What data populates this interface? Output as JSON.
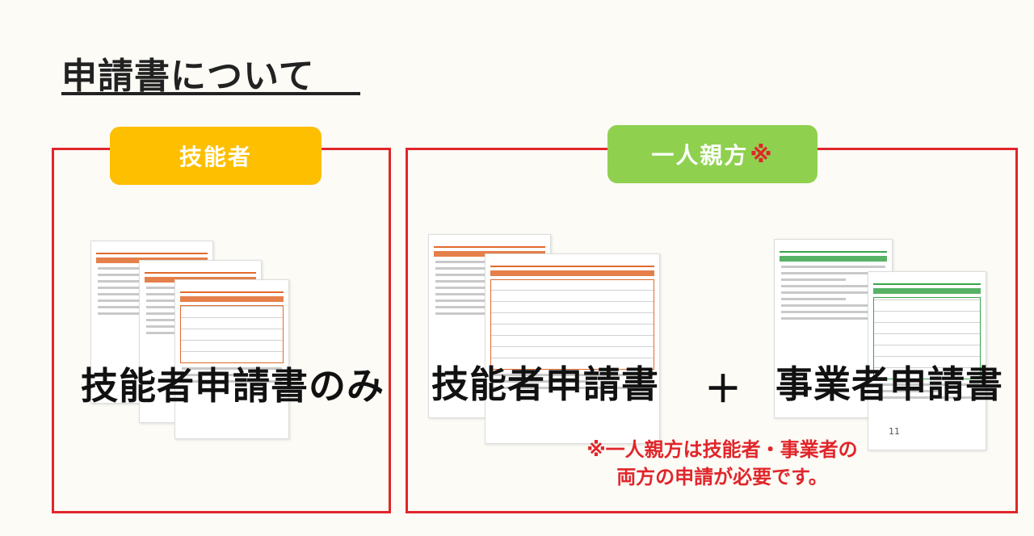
{
  "title": "申請書について",
  "tags": {
    "left": "技能者",
    "right": "一人親方",
    "right_mark": "※"
  },
  "labels": {
    "left": "技能者申請書のみ",
    "right_a": "技能者申請書",
    "plus": "＋",
    "right_b": "事業者申請書"
  },
  "page_number": "11",
  "note": {
    "line1": "※一人親方は技能者・事業者の",
    "line2": "両方の申請が必要です。"
  },
  "colors": {
    "border": "#e0262b",
    "tag_yellow": "#fdbf00",
    "tag_green": "#8fd14f",
    "note": "#e0262b"
  }
}
